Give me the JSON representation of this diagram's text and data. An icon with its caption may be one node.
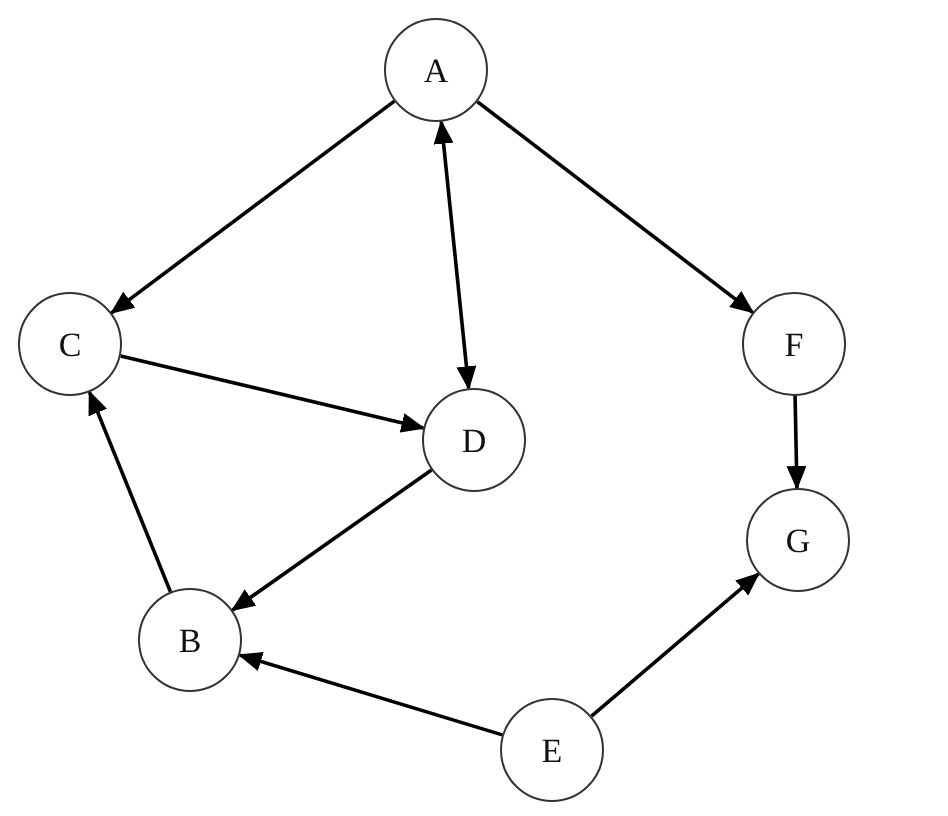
{
  "diagram": {
    "nodes": [
      {
        "text": [
          "A"
        ]
      },
      {
        "text": [
          "C"
        ]
      },
      {
        "text": [
          "F"
        ]
      },
      {
        "text": [
          "D"
        ]
      },
      {
        "text": [
          "G"
        ]
      },
      {
        "text": [
          "B"
        ]
      },
      {
        "text": [
          "E"
        ]
      }
    ],
    "edges": [
      {
        "from": 0,
        "to": 1,
        "arrow": "to"
      },
      {
        "from": 0,
        "to": 3,
        "arrow": "both"
      },
      {
        "from": 0,
        "to": 2,
        "arrow": "to"
      },
      {
        "from": 1,
        "to": 3,
        "arrow": "to"
      },
      {
        "from": 3,
        "to": 5,
        "arrow": "to"
      },
      {
        "from": 5,
        "to": 1,
        "arrow": "to"
      },
      {
        "from": 2,
        "to": 4,
        "arrow": "to"
      },
      {
        "from": 6,
        "to": 5,
        "arrow": "to"
      },
      {
        "from": 6,
        "to": 4,
        "arrow": "to"
      }
    ]
  }
}
